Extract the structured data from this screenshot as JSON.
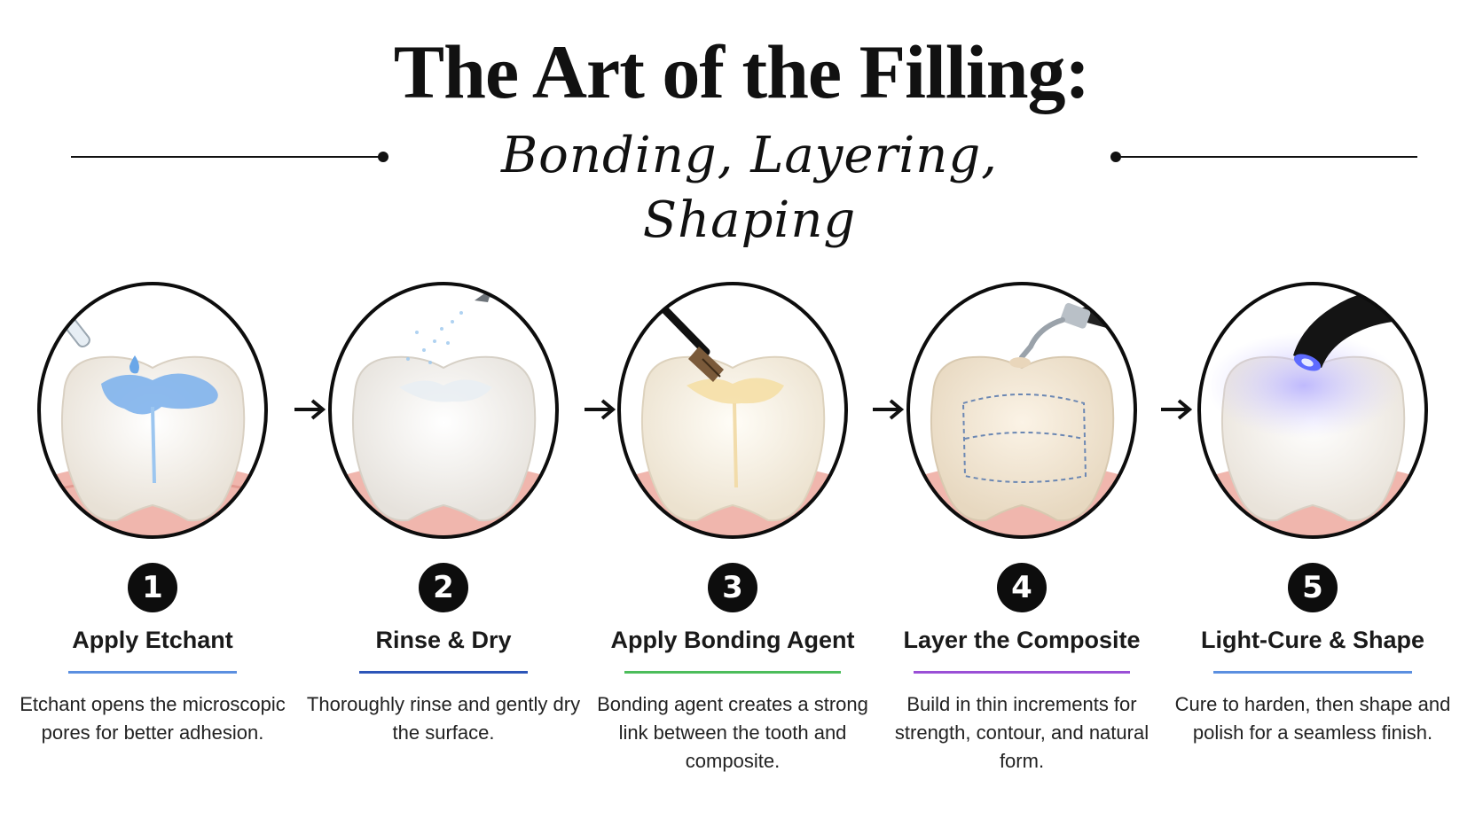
{
  "header": {
    "title": "The Art of the Filling:",
    "subtitle": "Bonding, Layering, Shaping"
  },
  "steps": [
    {
      "number": "1",
      "title": "Apply Etchant",
      "description": "Etchant opens the microscopic pores for better adhesion.",
      "accent_color": "#5b8fe0",
      "icon": "etchant-dropper-icon"
    },
    {
      "number": "2",
      "title": "Rinse & Dry",
      "description": "Thoroughly rinse and gently dry the surface.",
      "accent_color": "#2c55b8",
      "icon": "water-spray-icon"
    },
    {
      "number": "3",
      "title": "Apply Bonding Agent",
      "description": "Bonding agent creates a strong link between the tooth and composite.",
      "accent_color": "#4cbd5b",
      "icon": "brush-icon"
    },
    {
      "number": "4",
      "title": "Layer the Composite",
      "description": "Build in thin increments for strength, contour, and natural form.",
      "accent_color": "#9a4fd6",
      "icon": "composite-syringe-icon"
    },
    {
      "number": "5",
      "title": "Light-Cure & Shape",
      "description": "Cure to harden, then shape and polish for a seamless finish.",
      "accent_color": "#5b8fe0",
      "icon": "curing-light-icon"
    }
  ]
}
